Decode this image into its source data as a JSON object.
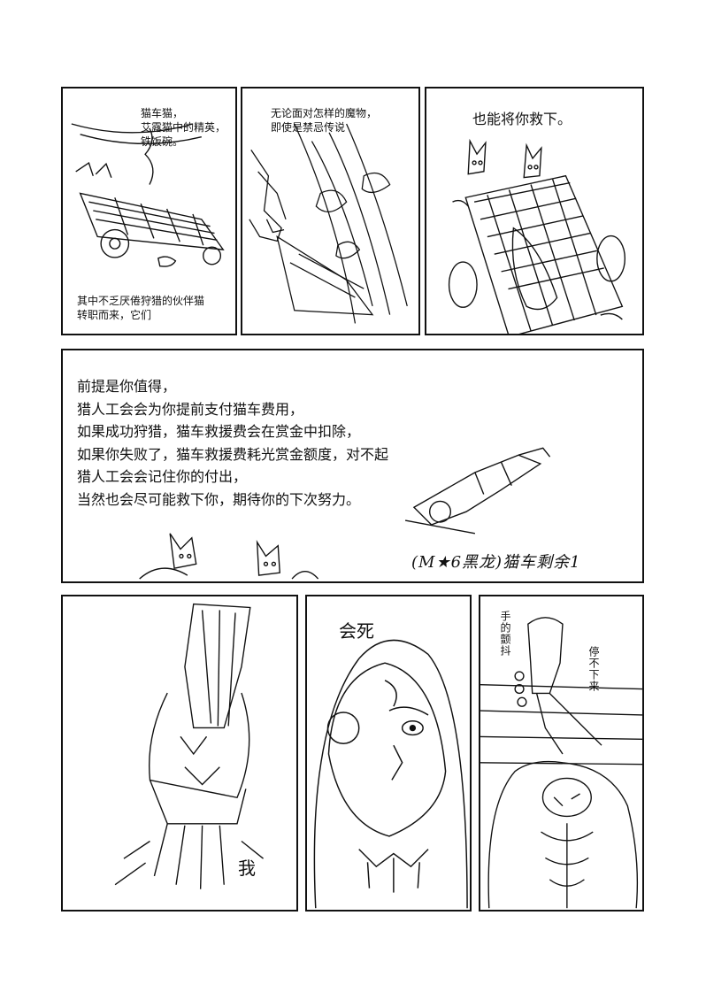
{
  "panel1": {
    "caption_top": "猫车猫，\n艾露猫中的精英，\n铁饭碗。",
    "caption_bottom": "其中不乏厌倦狩猎的伙伴猫\n转职而来，它们"
  },
  "panel2": {
    "caption": "无论面对怎样的魔物，\n即使是禁忌传说"
  },
  "panel3": {
    "caption": "也能将你救下。"
  },
  "panel4": {
    "text": "前提是你值得，\n猎人工会会为你提前支付猫车费用，\n如果成功狩猎，猫车救援费会在赏金中扣除，\n如果你失败了，猫车救援费耗光赏金额度，对不起\n猎人工会会记住你的付出，\n当然也会尽可能救下你，期待你的下次努力。",
    "handwritten_note": "(M★6黑龙)猫车剩余1"
  },
  "panel5": {
    "caption": "我"
  },
  "panel6": {
    "caption": "会死"
  },
  "panel7": {
    "caption_a": "手的颤抖",
    "caption_b": "停不下来"
  }
}
